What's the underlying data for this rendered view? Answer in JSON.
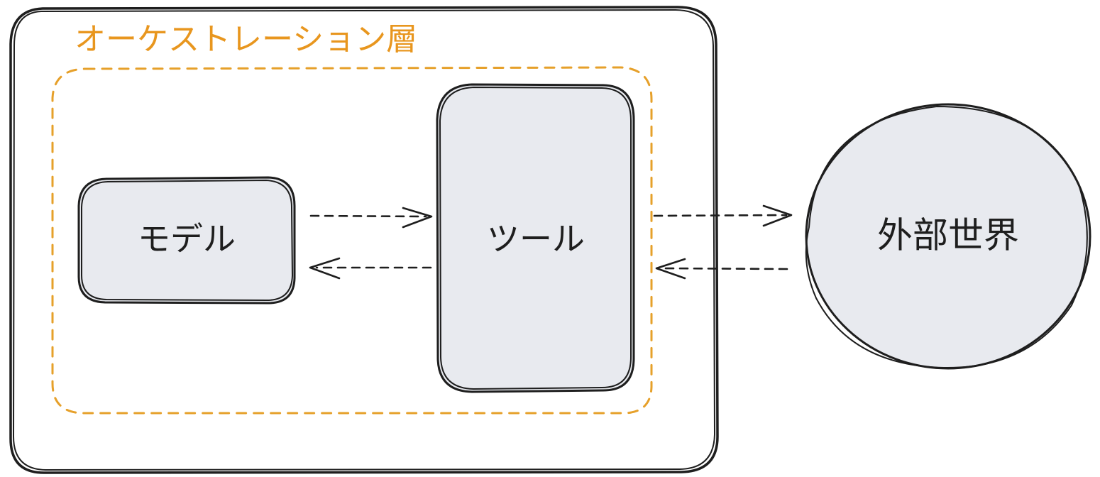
{
  "layer": {
    "title": "オーケストレーション層"
  },
  "nodes": {
    "model": "モデル",
    "tool": "ツール",
    "world": "外部世界"
  },
  "edges": [
    {
      "from": "モデル",
      "to": "ツール",
      "style": "dashed"
    },
    {
      "from": "ツール",
      "to": "モデル",
      "style": "dashed"
    },
    {
      "from": "ツール",
      "to": "外部世界",
      "style": "dashed"
    },
    {
      "from": "外部世界",
      "to": "ツール",
      "style": "dashed"
    }
  ],
  "colors": {
    "layer_accent": "#e6a02a",
    "node_fill": "#e8eaef",
    "stroke": "#1e1e1e"
  }
}
